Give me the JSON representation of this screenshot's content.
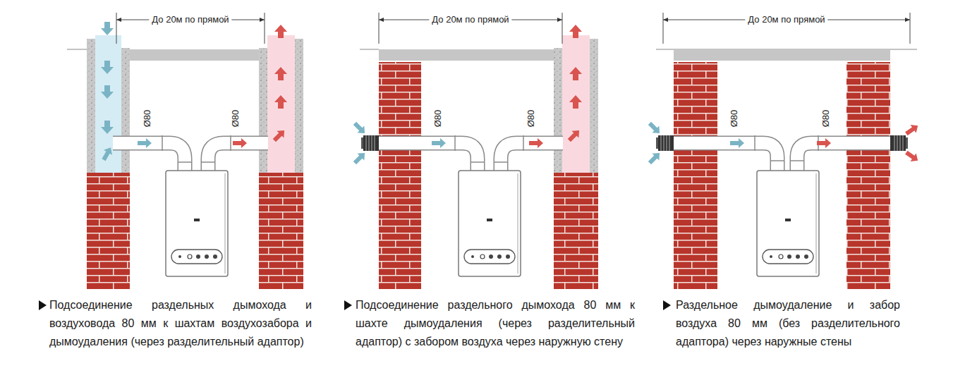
{
  "diagram": {
    "labels": [
      "До 20м по прямой",
      "Ø80",
      "Ø80",
      "Подсоединение раздельных дымохода и воздуховода 80 мм к шахтам воздухозабора и дымоудаления (через разделительный адаптор)",
      "До 20м по прямой",
      "Ø80",
      "Ø80",
      "Подсоединение раздельного дымохода 80 мм к шахте дымоудаления (через разделительный адаптор) с забором воздуха через наружную стену",
      "До 20м по прямой",
      "Ø80",
      "Ø80",
      "Раздельное дымоудаление и забор воздуха 80 мм (без разделительного адаптора) через наружные стены"
    ]
  }
}
